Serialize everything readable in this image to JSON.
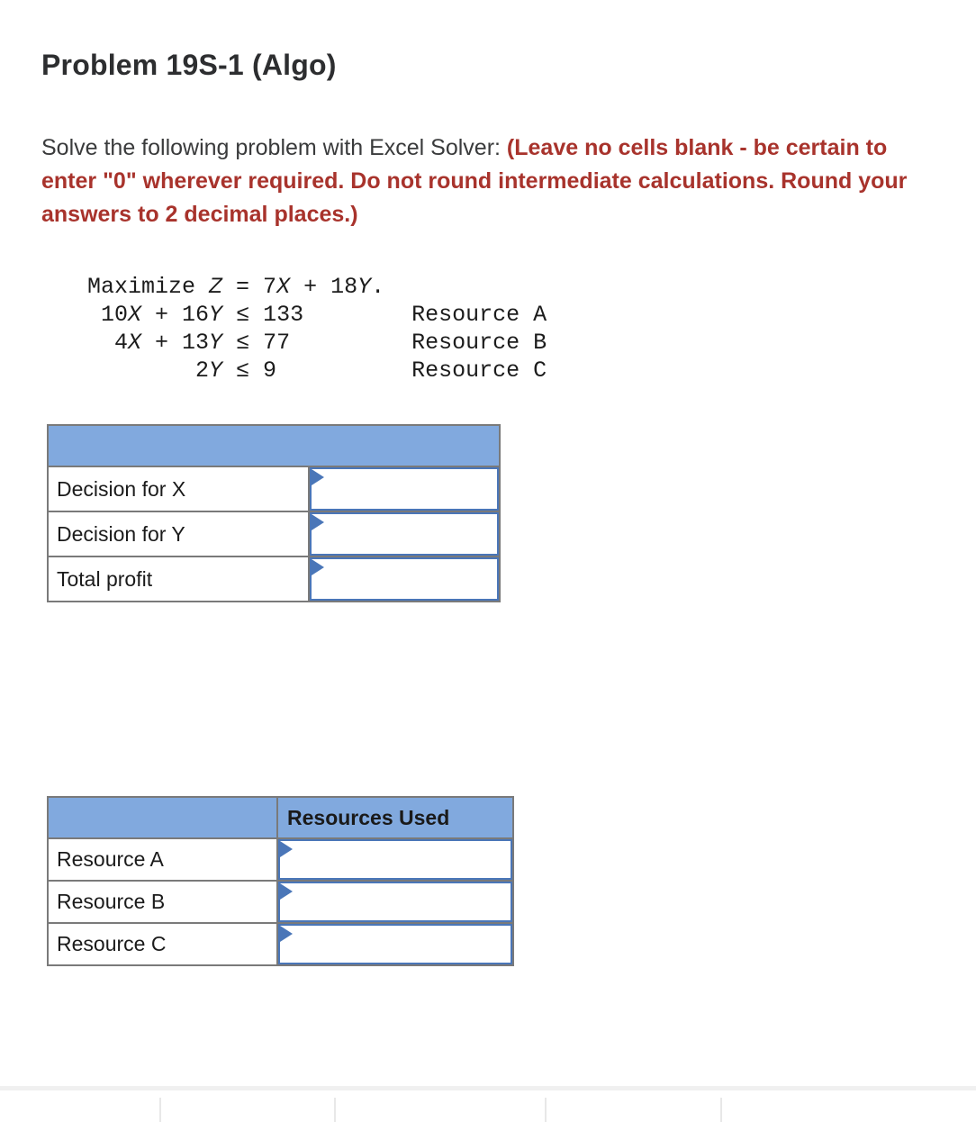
{
  "header": {
    "title": "Problem 19S-1 (Algo)"
  },
  "intro": {
    "normal_text": "Solve the following problem with Excel Solver: ",
    "emphasis_text": "(Leave no cells blank - be certain to enter \"0\" wherever required. Do not round intermediate calculations. Round your answers to 2 decimal places.)"
  },
  "problem_statement": {
    "lines": [
      "Maximize Z = 7X + 18Y.",
      " 10X + 16Y ≤ 133        Resource A",
      "  4X + 13Y ≤ 77         Resource B",
      "        2Y ≤ 9          Resource C"
    ]
  },
  "decision_table": {
    "header_label": "",
    "rows": [
      {
        "label": "Decision for X",
        "value": ""
      },
      {
        "label": "Decision for Y",
        "value": ""
      },
      {
        "label": "Total profit",
        "value": ""
      }
    ]
  },
  "resources_table": {
    "header_label": "Resources Used",
    "rows": [
      {
        "label": "Resource A",
        "value": ""
      },
      {
        "label": "Resource B",
        "value": ""
      },
      {
        "label": "Resource C",
        "value": ""
      }
    ]
  },
  "colors": {
    "table_header_blue": "#81a9de",
    "table_border_gray": "#7a7a7a",
    "input_border_blue": "#4a76b8",
    "emphasis_red": "#a8332c",
    "title_text": "#2d2e30"
  }
}
